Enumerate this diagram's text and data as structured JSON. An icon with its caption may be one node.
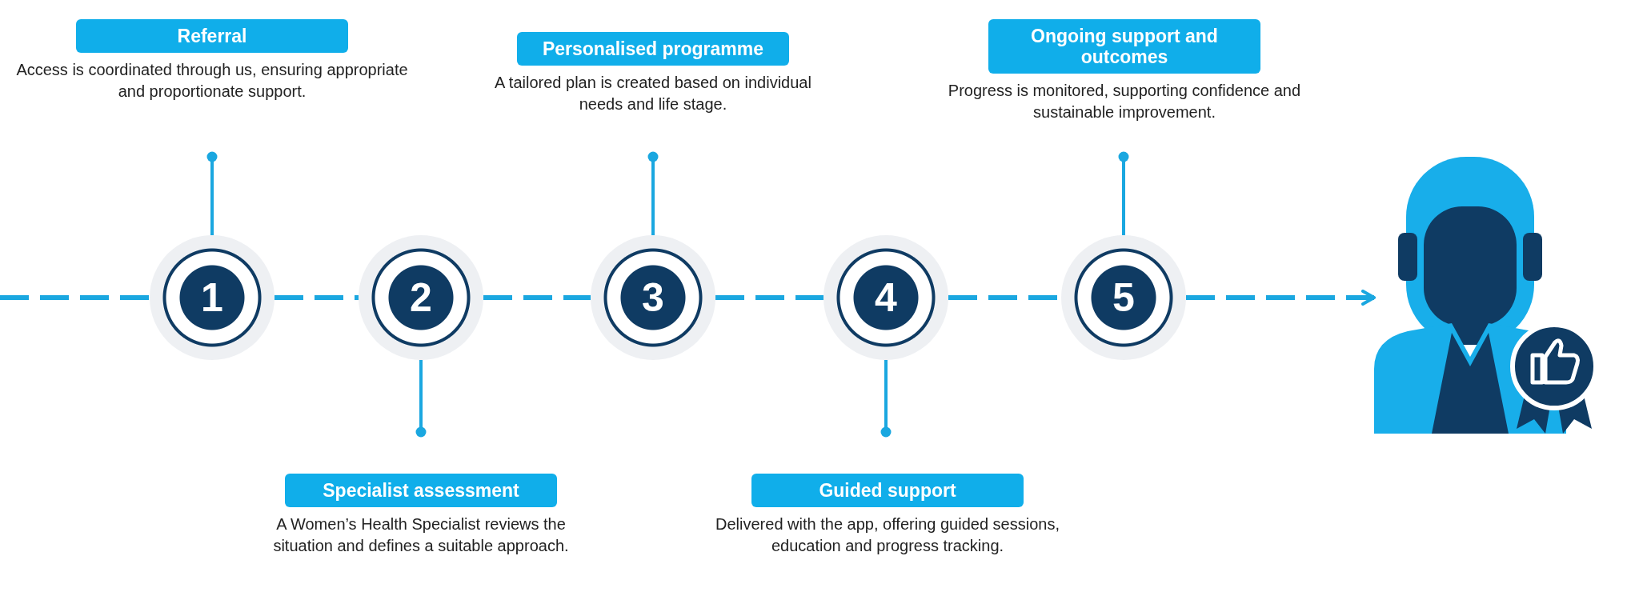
{
  "diagram": {
    "nodes": [
      {
        "text": [
          "1"
        ]
      },
      {
        "text": [
          "Referral",
          "Access is coordinated through us, ensuring appropriate and proportionate support."
        ]
      },
      {
        "text": [
          "2"
        ]
      },
      {
        "text": [
          "Specialist assessment",
          "A Women’s Health Specialist reviews the situation and defines a suitable approach."
        ]
      },
      {
        "text": [
          "3"
        ]
      },
      {
        "text": [
          "Personalised programme",
          "A tailored plan is created based on individual needs and life stage."
        ]
      },
      {
        "text": [
          "4"
        ]
      },
      {
        "text": [
          "Guided support",
          "Delivered with the app, offering guided sessions, education and progress tracking."
        ]
      },
      {
        "text": [
          "5"
        ]
      },
      {
        "text": [
          "Ongoing support and outcomes",
          "Progress is monitored, supporting confidence and sustainable improvement."
        ]
      },
      {
        "text": [],
        "shape": "person"
      }
    ],
    "edges": [
      {
        "from": null,
        "to": 0,
        "arrow": "none",
        "style": "dashed"
      },
      {
        "from": 0,
        "to": 2,
        "arrow": "none",
        "style": "dashed"
      },
      {
        "from": 2,
        "to": 4,
        "arrow": "none",
        "style": "dashed"
      },
      {
        "from": 4,
        "to": 6,
        "arrow": "none",
        "style": "dashed"
      },
      {
        "from": 6,
        "to": 8,
        "arrow": "none",
        "style": "dashed"
      },
      {
        "from": 8,
        "to": 10,
        "arrow": "to",
        "style": "dashed"
      },
      {
        "from": 0,
        "to": 1,
        "arrow": "other"
      },
      {
        "from": 2,
        "to": 3,
        "arrow": "other"
      },
      {
        "from": 4,
        "to": 5,
        "arrow": "other"
      },
      {
        "from": 6,
        "to": 7,
        "arrow": "other"
      },
      {
        "from": 8,
        "to": 9,
        "arrow": "other"
      }
    ]
  }
}
